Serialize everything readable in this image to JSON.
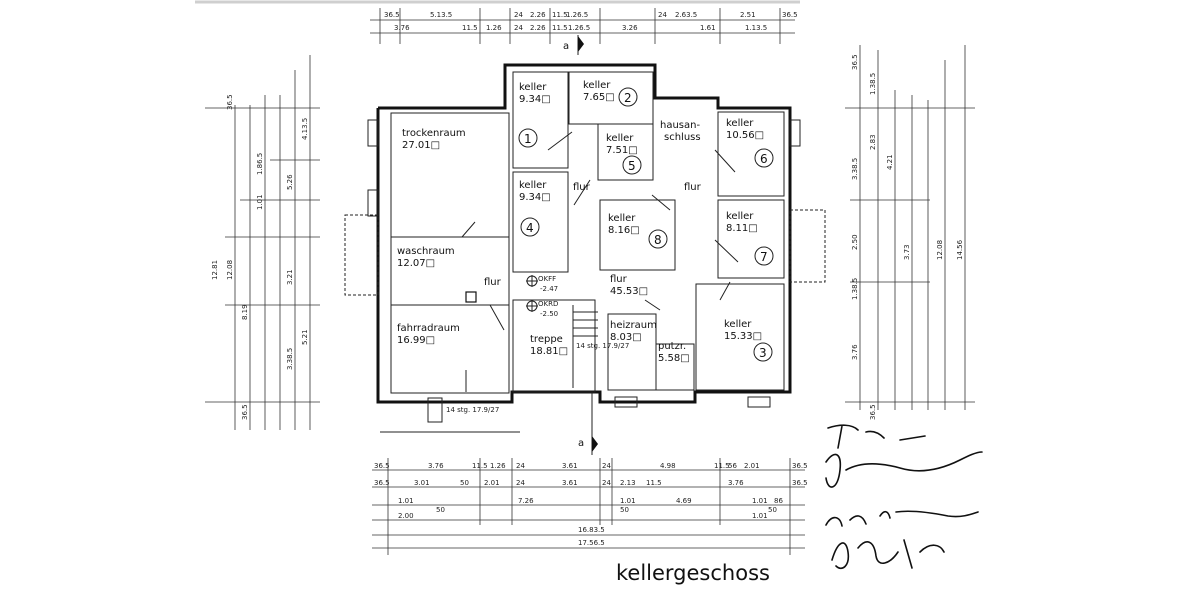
{
  "title": "kellergeschoss",
  "section_marker": "a",
  "rooms": {
    "trockenraum": {
      "name": "trockenraum",
      "area": "27.01□"
    },
    "waschraum": {
      "name": "waschraum",
      "area": "12.07□"
    },
    "fahrradraum": {
      "name": "fahrradraum",
      "area": "16.99□"
    },
    "keller1": {
      "name": "keller",
      "area": "9.34□",
      "number": "1"
    },
    "keller2": {
      "name": "keller",
      "area": "7.65□",
      "number": "2"
    },
    "keller3": {
      "name": "keller",
      "area": "15.33□",
      "number": "3"
    },
    "keller4": {
      "name": "keller",
      "area": "9.34□",
      "number": "4"
    },
    "keller5": {
      "name": "keller",
      "area": "7.51□",
      "number": "5"
    },
    "keller6": {
      "name": "keller",
      "area": "10.56□",
      "number": "6"
    },
    "keller7": {
      "name": "keller",
      "area": "8.11□",
      "number": "7"
    },
    "keller8": {
      "name": "keller",
      "area": "8.16□",
      "number": "8"
    },
    "hausanschluss": {
      "name1": "hausan-",
      "name2": "schluss"
    },
    "treppe": {
      "name": "treppe",
      "area": "18.81□"
    },
    "heizraum": {
      "name": "heizraum",
      "area": "8.03□"
    },
    "putzr": {
      "name": "putzr.",
      "area": "5.58□"
    },
    "flur_main": {
      "name": "flur",
      "area": "45.53□"
    },
    "flur_left": {
      "name": "flur"
    },
    "flur_mid": {
      "name": "flur"
    },
    "flur_right": {
      "name": "flur"
    }
  },
  "levels": {
    "okff": "OKFF",
    "okff_val": "-2.47",
    "okrd": "OKRD",
    "okrd_val": "-2.50"
  },
  "stairs": {
    "main": "14 stg. 17.9/27",
    "outer": "14 stg. 17.9/27"
  },
  "dims_top": {
    "row1": [
      "36.5",
      "5.13.5",
      "24",
      "2.26",
      "11.5",
      "1.26.5",
      "24",
      "2.63.5",
      "2.51",
      "36.5"
    ],
    "row2": [
      "3.76",
      "11.5",
      "1.26",
      "24",
      "2.26",
      "11.5",
      "1.26.5",
      "3.26",
      "1.61",
      "1.13.5"
    ]
  },
  "dims_bottom": {
    "row1": [
      "36.5",
      "3.76",
      "11.5",
      "1.26",
      "24",
      "3.61",
      "24",
      "4.98",
      "11.5",
      "56",
      "2.01",
      "36.5"
    ],
    "row2": [
      "36.5",
      "3.01",
      "50",
      "2.01",
      "24",
      "3.61",
      "24",
      "2.13",
      "11.5",
      "3.76",
      "36.5"
    ],
    "row3": [
      "1.01",
      "50",
      "7.26",
      "1.01",
      "4.69",
      "1.01",
      "86"
    ],
    "row4": [
      "2.00",
      "50",
      "1.01",
      "50"
    ],
    "total1": "16.83.5",
    "total2": "17.56.5"
  },
  "dims_left": [
    "36.5",
    "4.13.5",
    "5.26",
    "1.86.5",
    "1.01",
    "3.21",
    "3.38.5",
    "36.5",
    "12.81",
    "12.08",
    "8.19",
    "5.21"
  ],
  "dims_right": [
    "36.5",
    "1.38.5",
    "2.83",
    "3.38.5",
    "2.50",
    "1.38.5",
    "3.76",
    "36.5",
    "12.08",
    "14.56",
    "4.21",
    "3.73"
  ],
  "signature": "M. Jopperdt"
}
